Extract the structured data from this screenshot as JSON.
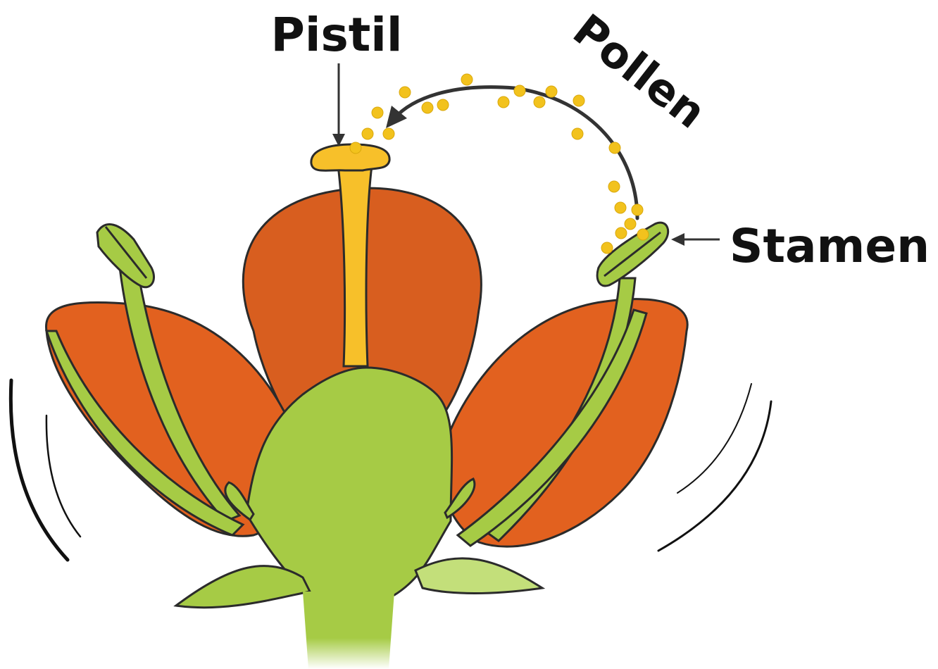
{
  "labels": {
    "pistil": "Pistil",
    "pollen": "Pollen",
    "stamen": "Stamen"
  },
  "colors": {
    "petal": "#E2611F",
    "petal_back": "#D85E1F",
    "green": "#A6CB45",
    "green_light": "#C3DF7A",
    "pistil_yellow": "#F7C02A",
    "pollen_yellow": "#F2C21D",
    "outline": "#2b2b2b"
  }
}
